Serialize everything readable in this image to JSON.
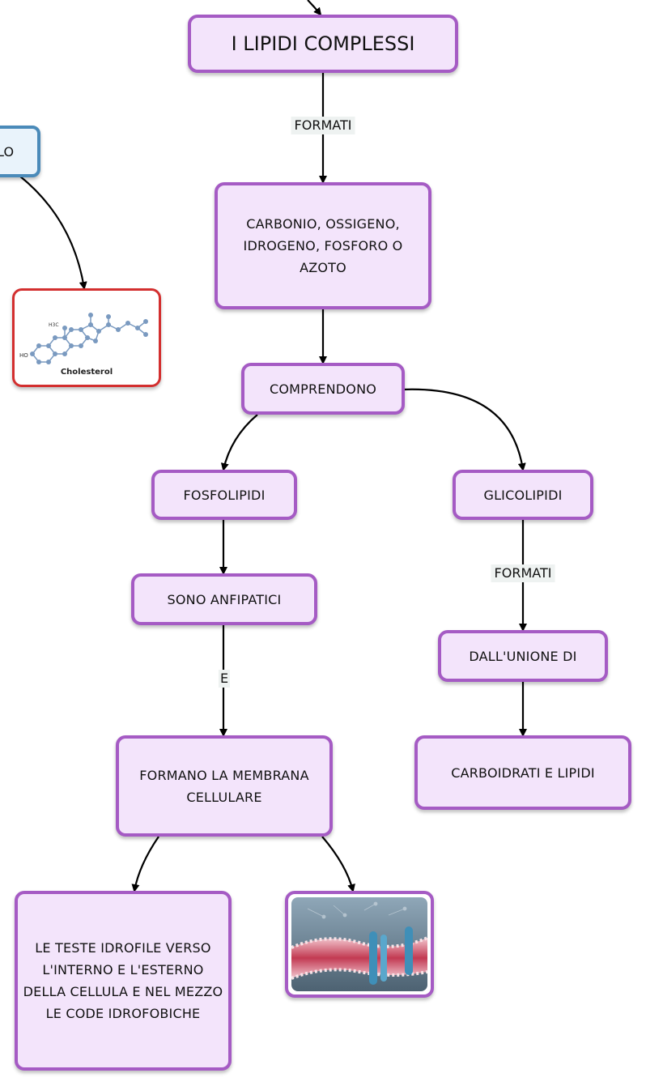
{
  "nodes": {
    "title": "I LIPIDI COMPLESSI",
    "left_cut": "LO",
    "elements": "CARBONIO, OSSIGENO, IDROGENO, FOSFORO O AZOTO",
    "comprendono": "COMPRENDONO",
    "fosfolipidi": "FOSFOLIPIDI",
    "glicolipidi": "GLICOLIPIDI",
    "anfipatici": "SONO ANFIPATICI",
    "unione": "DALL'UNIONE DI",
    "membrana": "FORMANO LA MEMBRANA CELLULARE",
    "carboidrati": "CARBOIDRATI E LIPIDI",
    "teste": "LE TESTE IDROFILE VERSO L'INTERNO E L'ESTERNO DELLA CELLULA E NEL MEZZO LE CODE IDROFOBICHE"
  },
  "images": {
    "cholesterol_caption": "Cholesterol",
    "cholesterol_ho": "HO",
    "cholesterol_methyl": "H3C"
  },
  "link_labels": {
    "formati_1": "FORMATI",
    "formati_2": "FORMATI",
    "e": "E"
  },
  "colors": {
    "node_fill": "#f3e4fb",
    "node_border": "#a55bc4",
    "blue_border": "#4a8ab9",
    "red_border": "#d32f2f",
    "link": "#000000"
  }
}
